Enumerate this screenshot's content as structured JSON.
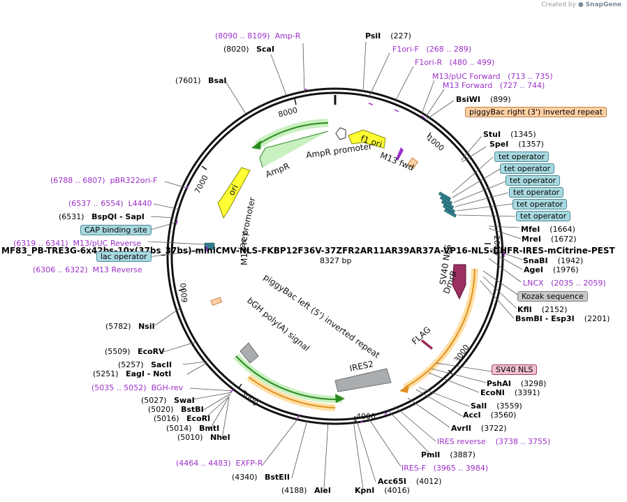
{
  "plasmid": {
    "name": "MF83_PB-TRE3G-6x42bs-10x(37bs_37bs)-miniCMV-NLS-FKBP12F36V-37ZFR2AR11AR39AR37A-VP16-NLS-DHFR-IRES-mCitrine-PEST",
    "length_label": "8327 bp"
  },
  "credit": {
    "prefix": "Created by",
    "brand": "SnapGene"
  },
  "ticks": [
    "1000",
    "2000",
    "3000",
    "4000",
    "5000",
    "6000",
    "7000",
    "8000"
  ],
  "features_on_map": {
    "f1_ori": "f1 ori",
    "ampr_promoter": "AmpR promoter",
    "ampr": "AmpR",
    "ori": "ori",
    "m13_fwd": "M13 fwd",
    "lac_promoter": "lac promoter",
    "m13_rev": "M13 rev",
    "sv40_nls": "SV40 NLS",
    "dmrb": "DmrB",
    "flag": "FLAG",
    "ires2": "IRES2",
    "bgh": "bGH poly(A) signal",
    "pb_left": "piggyBac left (5') inverted repeat"
  },
  "enzymes": [
    {
      "name": "PsiI",
      "pos": "(227)"
    },
    {
      "name": "BsiWI",
      "pos": "(899)"
    },
    {
      "name": "StuI",
      "pos": "(1345)"
    },
    {
      "name": "SpeI",
      "pos": "(1357)"
    },
    {
      "name": "MfeI",
      "pos": "(1664)"
    },
    {
      "name": "MreI",
      "pos": "(1672)"
    },
    {
      "name": "SnaBI",
      "pos": "(1942)"
    },
    {
      "name": "AgeI",
      "pos": "(1976)"
    },
    {
      "name": "KflI",
      "pos": "(2152)"
    },
    {
      "name": "BsmBI - Esp3I",
      "pos": "(2201)"
    },
    {
      "name": "PshAI",
      "pos": "(3298)"
    },
    {
      "name": "EcoNI",
      "pos": "(3391)"
    },
    {
      "name": "SalI",
      "pos": "(3559)"
    },
    {
      "name": "AccI",
      "pos": "(3560)"
    },
    {
      "name": "AvrII",
      "pos": "(3722)"
    },
    {
      "name": "PmlI",
      "pos": "(3887)"
    },
    {
      "name": "Acc65I",
      "pos": "(4012)"
    },
    {
      "name": "KpnI",
      "pos": "(4016)"
    },
    {
      "name": "AleI",
      "pos": "(4188)"
    },
    {
      "name": "BstEII",
      "pos": "(4340)"
    },
    {
      "name": "NheI",
      "pos": "(5010)"
    },
    {
      "name": "BmtI",
      "pos": "(5014)"
    },
    {
      "name": "EcoRI",
      "pos": "(5016)"
    },
    {
      "name": "BstBI",
      "pos": "(5020)"
    },
    {
      "name": "SwaI",
      "pos": "(5027)"
    },
    {
      "name": "EagI - NotI",
      "pos": "(5251)"
    },
    {
      "name": "SacII",
      "pos": "(5257)"
    },
    {
      "name": "EcoRV",
      "pos": "(5509)"
    },
    {
      "name": "NsiI",
      "pos": "(5782)"
    },
    {
      "name": "BspQI - SapI",
      "pos": "(6531)"
    },
    {
      "name": "BsaI",
      "pos": "(7601)"
    },
    {
      "name": "ScaI",
      "pos": "(8020)"
    }
  ],
  "primers": [
    {
      "name": "Amp-R",
      "pos": "(8090 .. 8109)"
    },
    {
      "name": "F1ori-F",
      "pos": "(268 .. 289)"
    },
    {
      "name": "F1ori-R",
      "pos": "(480 .. 499)"
    },
    {
      "name": "M13/pUC Forward",
      "pos": "(713 .. 735)"
    },
    {
      "name": "M13 Forward",
      "pos": "(727 .. 744)"
    },
    {
      "name": "pBR322ori-F",
      "pos": "(6788 .. 6807)"
    },
    {
      "name": "L4440",
      "pos": "(6537 .. 6554)"
    },
    {
      "name": "M13/pUC Reverse",
      "pos": "(6319 .. 6341)"
    },
    {
      "name": "M13 Reverse",
      "pos": "(6306 .. 6322)"
    },
    {
      "name": "LNCX",
      "pos": "(2035 .. 2059)"
    },
    {
      "name": "IRES reverse",
      "pos": "(3738 .. 3755)"
    },
    {
      "name": "IRES-F",
      "pos": "(3965 .. 3984)"
    },
    {
      "name": "BGH-rev",
      "pos": "(5035 .. 5052)"
    },
    {
      "name": "EXFP-R",
      "pos": "(4464 .. 4483)"
    }
  ],
  "feature_boxes": [
    {
      "label": "piggyBac right (3') inverted repeat",
      "fill": "#ffd0a4",
      "stroke": "#c08040"
    },
    {
      "label": "tet operator",
      "fill": "#a8d8e0",
      "stroke": "#4a8a98"
    },
    {
      "label": "tet operator",
      "fill": "#a8d8e0",
      "stroke": "#4a8a98"
    },
    {
      "label": "tet operator",
      "fill": "#a8d8e0",
      "stroke": "#4a8a98"
    },
    {
      "label": "tet operator",
      "fill": "#a8d8e0",
      "stroke": "#4a8a98"
    },
    {
      "label": "tet operator",
      "fill": "#a8d8e0",
      "stroke": "#4a8a98"
    },
    {
      "label": "tet operator",
      "fill": "#a8d8e0",
      "stroke": "#4a8a98"
    },
    {
      "label": "Kozak sequence",
      "fill": "#c8c8c8",
      "stroke": "#808080"
    },
    {
      "label": "SV40 NLS",
      "fill": "#f0c0d0",
      "stroke": "#a04060"
    },
    {
      "label": "CAP binding site",
      "fill": "#a8d8e0",
      "stroke": "#4a8a98"
    },
    {
      "label": "lac operator",
      "fill": "#a8d8e0",
      "stroke": "#4a8a98"
    }
  ]
}
